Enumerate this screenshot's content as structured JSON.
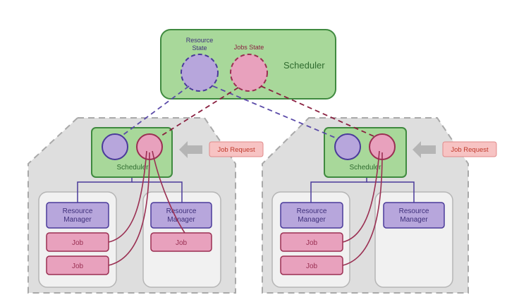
{
  "top_scheduler": {
    "label": "Scheduler",
    "resource_state_line1": "Resource",
    "resource_state_line2": "State",
    "jobs_state_label": "Jobs State"
  },
  "clusters": [
    {
      "scheduler_label": "Scheduler",
      "job_request_label": "Job Request",
      "nodes": [
        {
          "rm_line1": "Resource",
          "rm_line2": "Manager",
          "jobs": [
            "Job",
            "Job"
          ]
        },
        {
          "rm_line1": "Resource",
          "rm_line2": "Manager",
          "jobs": [
            "Job"
          ]
        }
      ]
    },
    {
      "scheduler_label": "Scheduler",
      "job_request_label": "Job Request",
      "nodes": [
        {
          "rm_line1": "Resource",
          "rm_line2": "Manager",
          "jobs": [
            "Job",
            "Job"
          ]
        },
        {
          "rm_line1": "Resource",
          "rm_line2": "Manager",
          "jobs": []
        }
      ]
    }
  ],
  "colors": {
    "scheduler_fill": "#a8d89a",
    "scheduler_stroke": "#3f8a3f",
    "resource_fill": "#b7a6dc",
    "resource_stroke": "#4a3a9a",
    "jobs_fill": "#e8a1bd",
    "jobs_stroke": "#9a2f52",
    "cluster_fill": "#dedede",
    "node_fill": "#f1f1f1",
    "request_fill": "#f7c3c3",
    "request_stroke": "#e08a8a",
    "arrow_fill": "#b5b5b5"
  }
}
